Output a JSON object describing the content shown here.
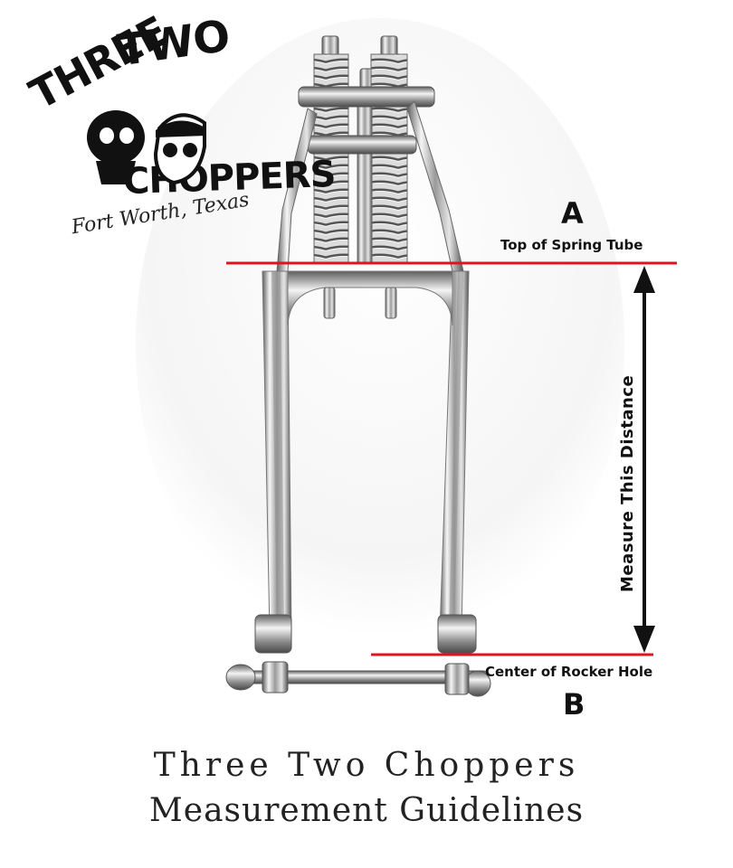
{
  "logo": {
    "line1": "THREE",
    "line2": "TWO",
    "line3": "CHOPPERS",
    "city": "Fort Worth, Texas"
  },
  "markers": {
    "top_letter": "A",
    "top_label": "Top of Spring Tube",
    "bottom_letter": "B",
    "bottom_label": "Center of Rocker Hole",
    "distance_label": "Measure This Distance"
  },
  "caption": {
    "line1": "Three Two Choppers",
    "line2": "Measurement Guidelines"
  },
  "colors": {
    "marker_line": "#e0141e",
    "arrow": "#111111",
    "chrome_dark": "#6f6f6f",
    "chrome_light": "#f4f4f4"
  }
}
